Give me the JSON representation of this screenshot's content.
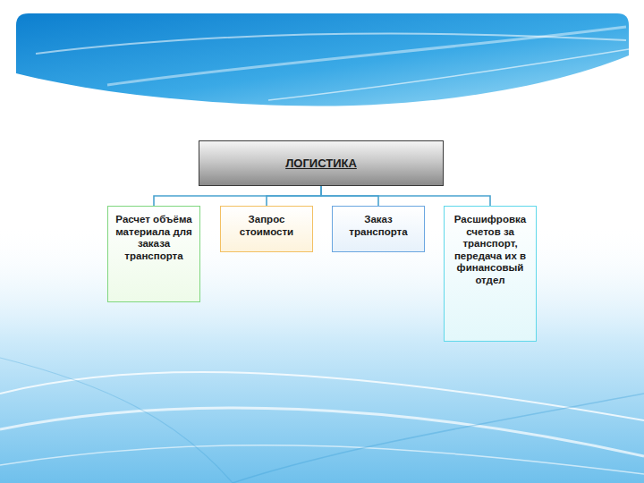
{
  "diagram": {
    "nodes": [
      {
        "text": [
          "ЛОГИСТИКА"
        ]
      },
      {
        "text": [
          "Расчет объёма материала для заказа транспорта"
        ]
      },
      {
        "text": [
          "Запрос стоимости"
        ]
      },
      {
        "text": [
          "Заказ транспорта"
        ]
      },
      {
        "text": [
          "Расшифровка счетов за транспорт, передача их в финансовый отдел"
        ]
      }
    ],
    "edges": [
      {
        "from": 0,
        "to": 1,
        "arrow": "none"
      },
      {
        "from": 0,
        "to": 2,
        "arrow": "none"
      },
      {
        "from": 0,
        "to": 3,
        "arrow": "none"
      },
      {
        "from": 0,
        "to": 4,
        "arrow": "none"
      }
    ]
  }
}
